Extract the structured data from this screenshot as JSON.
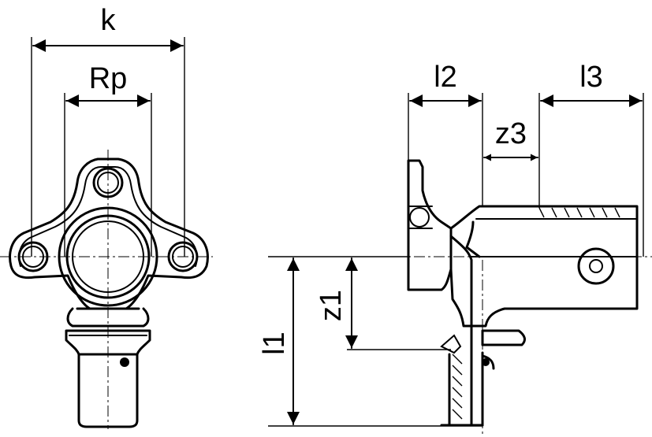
{
  "front_view": {
    "labels": {
      "k": "k",
      "rp": "Rp"
    }
  },
  "side_view": {
    "labels": {
      "l1": "l1",
      "l2": "l2",
      "l3": "l3",
      "z1": "z1",
      "z3": "z3"
    }
  }
}
